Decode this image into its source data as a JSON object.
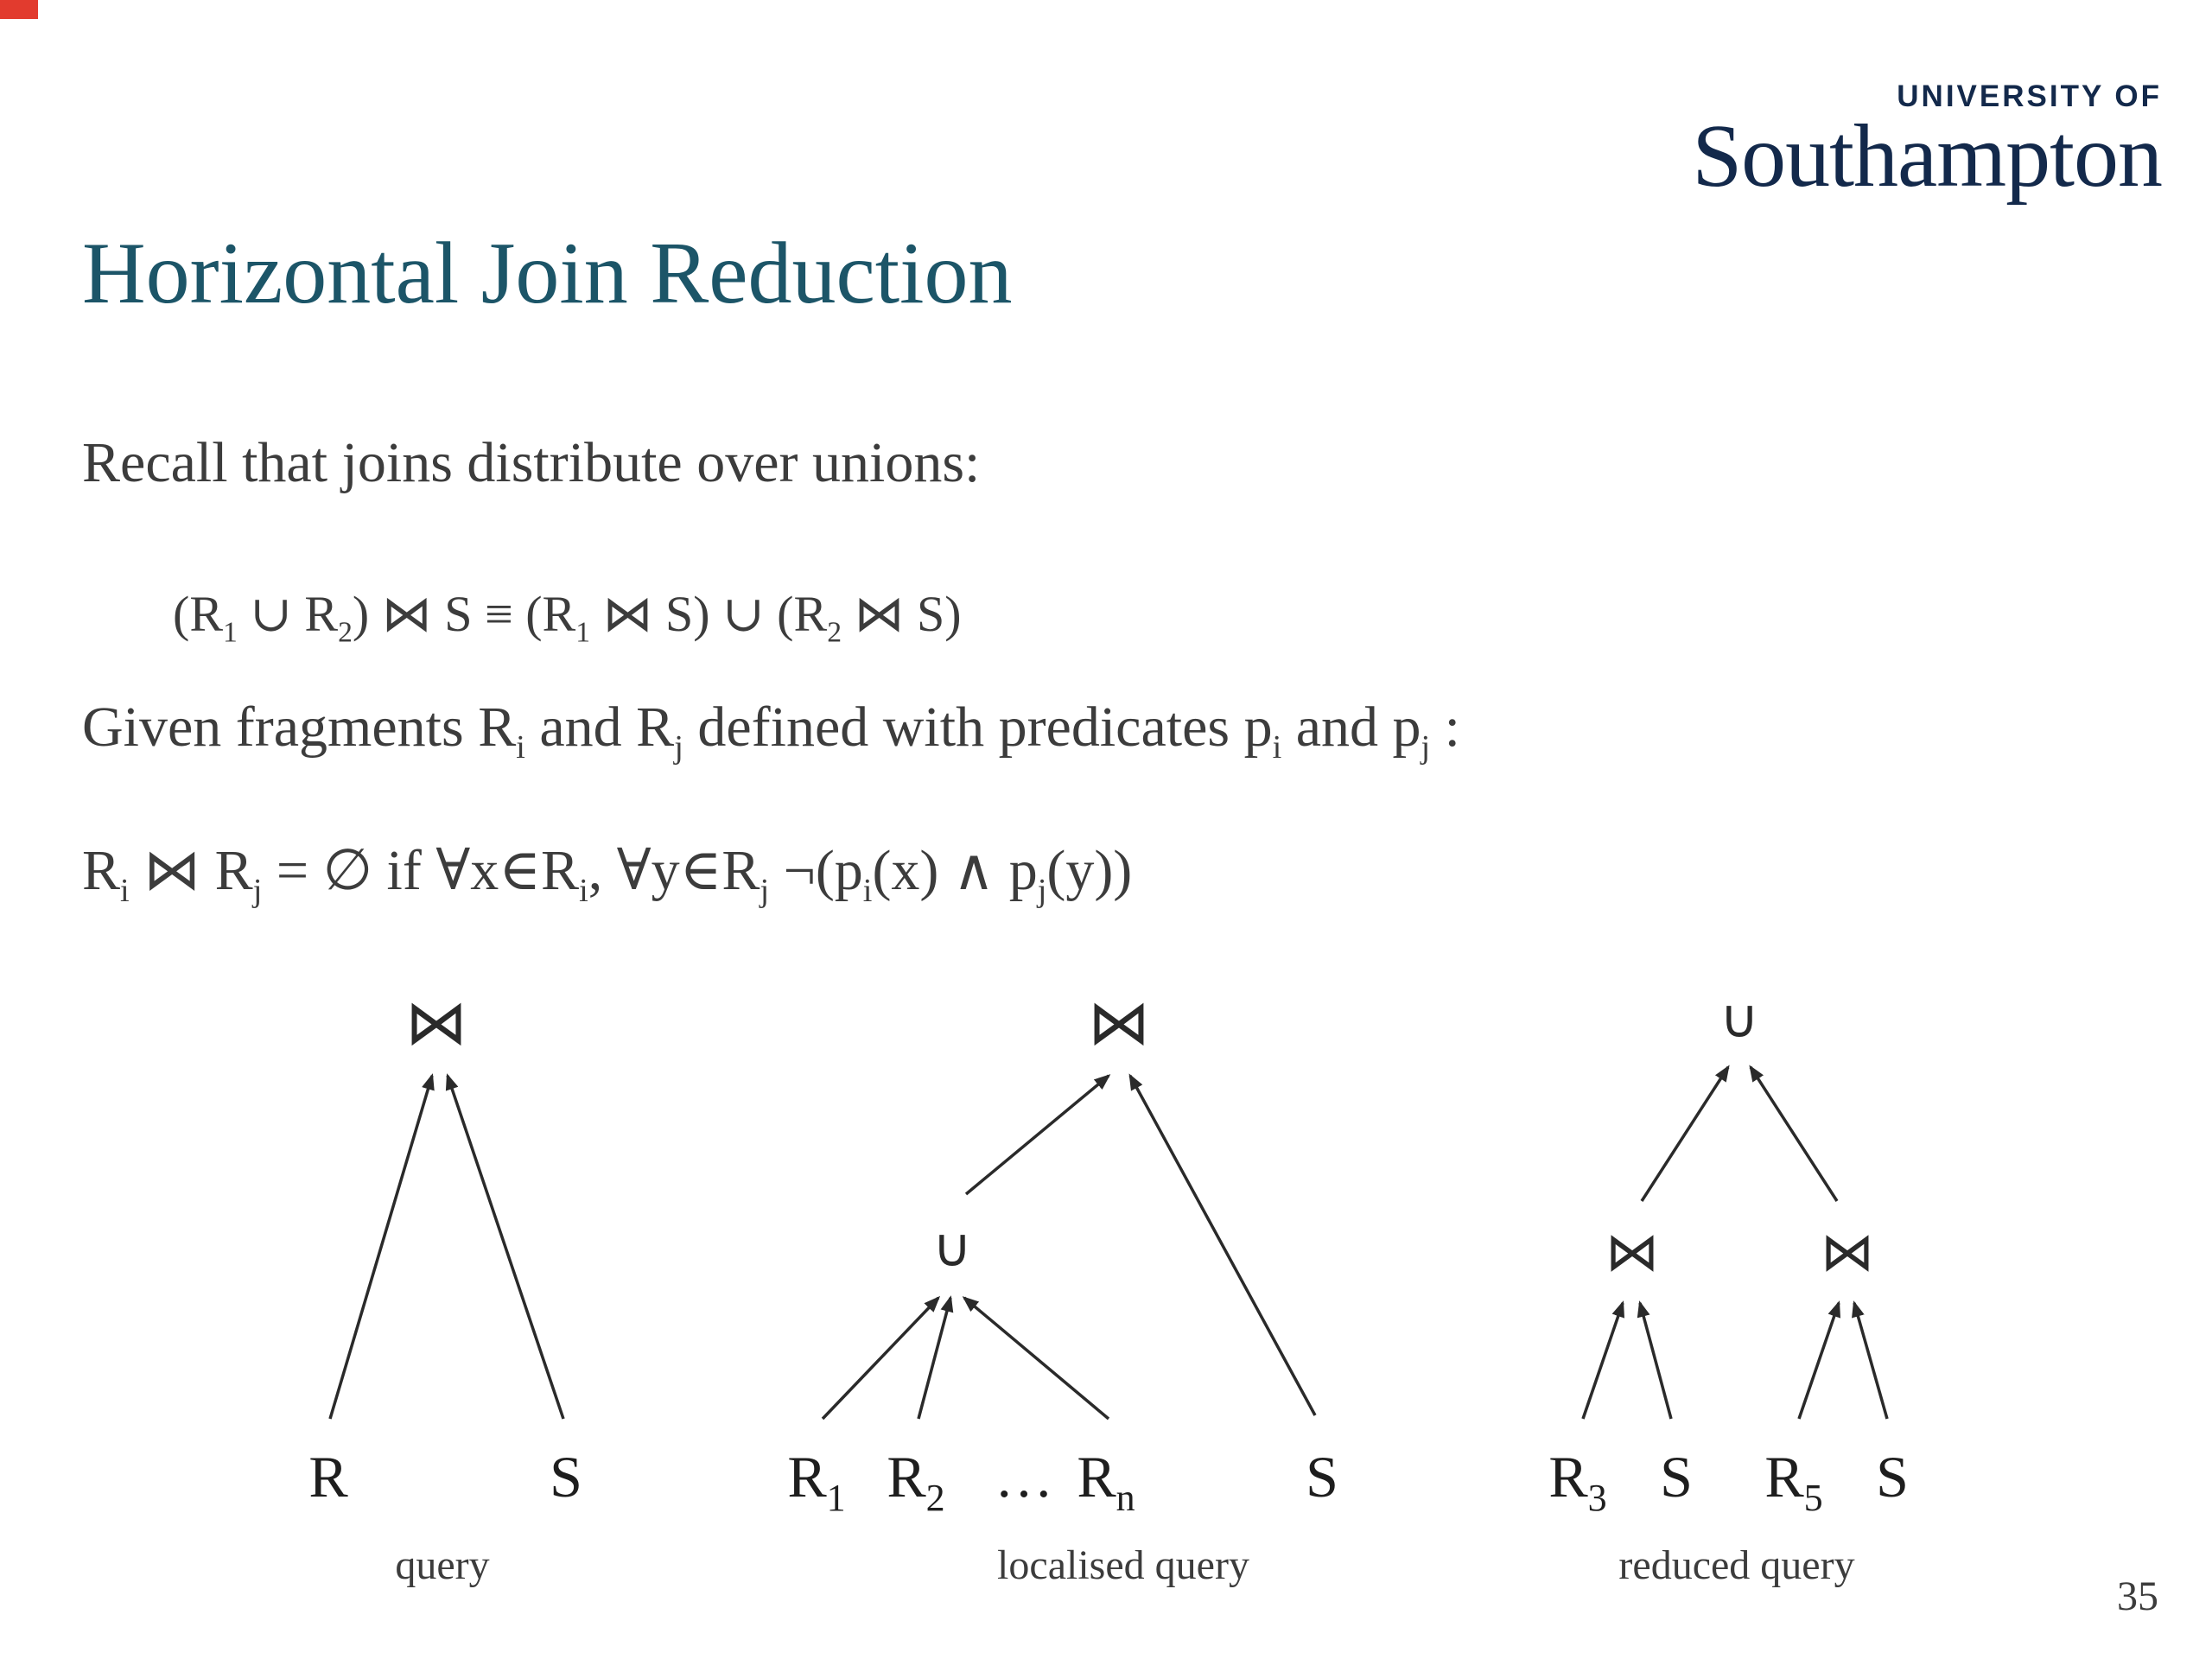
{
  "colors": {
    "background": "#ffffff",
    "title": "#1c5568",
    "body-text": "#3c3c3c",
    "logo": "#13294b",
    "line": "#2a2a2a",
    "corner-marker": "#e23b2e"
  },
  "logo": {
    "university_of": "UNIVERSITY OF",
    "name": "Southampton"
  },
  "slide": {
    "title": "Horizontal Join Reduction",
    "recall_line": "Recall that joins distribute over unions:",
    "page_number": "35"
  },
  "formulas": {
    "distribution": [
      {
        "t": "(R"
      },
      {
        "t": "1",
        "s": true
      },
      {
        "t": " ∪ R"
      },
      {
        "t": "2",
        "s": true
      },
      {
        "t": ") ⋈ S ≡ (R"
      },
      {
        "t": "1",
        "s": true
      },
      {
        "t": " ⋈ S) ∪ (R"
      },
      {
        "t": "2",
        "s": true
      },
      {
        "t": " ⋈ S)"
      }
    ],
    "given_fragments": [
      {
        "t": "Given fragments R"
      },
      {
        "t": "i",
        "s": true
      },
      {
        "t": " and R"
      },
      {
        "t": "j",
        "s": true
      },
      {
        "t": " defined with predicates p"
      },
      {
        "t": "i",
        "s": true
      },
      {
        "t": " and p"
      },
      {
        "t": "j",
        "s": true
      },
      {
        "t": " :"
      }
    ],
    "empty_join": [
      {
        "t": "R"
      },
      {
        "t": "i",
        "s": true
      },
      {
        "t": " ⋈ R"
      },
      {
        "t": "j",
        "s": true
      },
      {
        "t": " = ∅ if ∀x∈R"
      },
      {
        "t": "i",
        "s": true
      },
      {
        "t": ", ∀y∈R"
      },
      {
        "t": "j",
        "s": true
      },
      {
        "t": " ¬(p"
      },
      {
        "t": "i",
        "s": true
      },
      {
        "t": "(x) ∧ p"
      },
      {
        "t": "j",
        "s": true
      },
      {
        "t": "(y))"
      }
    ]
  },
  "trees": {
    "query": {
      "root": "⋈",
      "leaves": [
        {
          "base": "R",
          "sub": ""
        },
        {
          "base": "S",
          "sub": ""
        }
      ],
      "caption": "query"
    },
    "localised": {
      "root": "⋈",
      "union": "∪",
      "leaves": [
        {
          "base": "R",
          "sub": "1"
        },
        {
          "base": "R",
          "sub": "2"
        },
        {
          "base": "…",
          "sub": ""
        },
        {
          "base": "R",
          "sub": "n"
        },
        {
          "base": "S",
          "sub": ""
        }
      ],
      "caption": "localised query"
    },
    "reduced": {
      "root": "∪",
      "left_join": "⋈",
      "right_join": "⋈",
      "leaves": [
        {
          "base": "R",
          "sub": "3"
        },
        {
          "base": "S",
          "sub": ""
        },
        {
          "base": "R",
          "sub": "5"
        },
        {
          "base": "S",
          "sub": ""
        }
      ],
      "caption": "reduced query"
    }
  }
}
